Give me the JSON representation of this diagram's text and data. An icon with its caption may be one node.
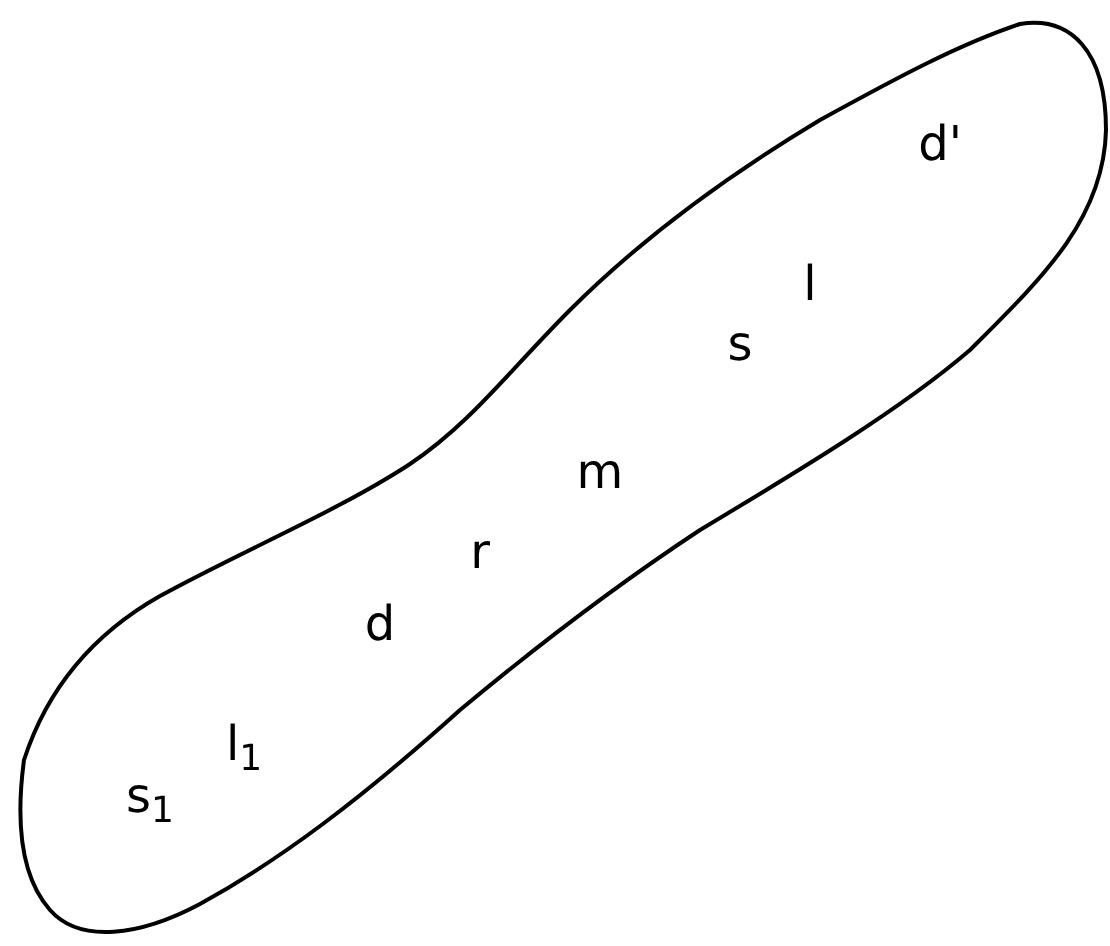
{
  "diagram": {
    "nodes": [
      {
        "text": [
          "s$_{1}$",
          "l$_{1}$",
          "d",
          "r",
          "m",
          "s",
          "l",
          "d'"
        ]
      }
    ]
  }
}
